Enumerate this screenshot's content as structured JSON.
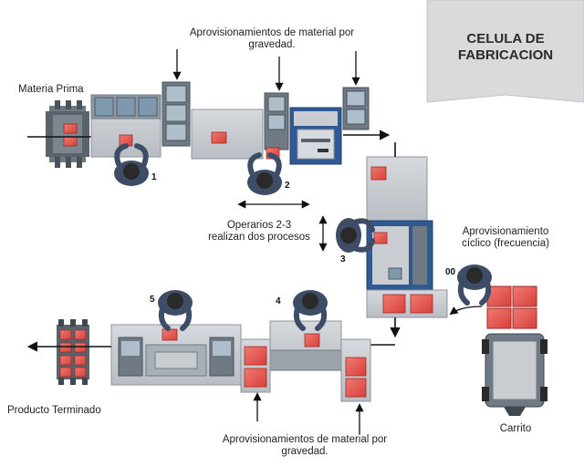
{
  "title": {
    "line1": "CELULA DE",
    "line2": "FABRICACION"
  },
  "labels": {
    "raw_material": "Materia Prima",
    "gravity_top_line1": "Aprovisionamientos de material por",
    "gravity_top_line2": "gravedad.",
    "operators_line1": "Operarios 2-3",
    "operators_line2": "realizan dos procesos",
    "cyclic_line1": "Aprovisionamiento",
    "cyclic_line2": "cíclico (frecuencia)",
    "finished_product": "Producto Terminado",
    "gravity_bottom_line1": "Aprovisionamientos de material por",
    "gravity_bottom_line2": "gravedad.",
    "cart": "Carrito"
  },
  "operator_numbers": {
    "op1": "1",
    "op2": "2",
    "op3": "3",
    "op4": "4",
    "op5": "5",
    "op00": "00"
  },
  "colors": {
    "part_red": "#e8564f",
    "part_red_dark": "#b8322c",
    "machine_gray": "#c9cdd2",
    "machine_dark": "#6f7a85",
    "machine_blue": "#2f5a93",
    "screen_teal": "#7e98ad",
    "operator_shirt": "#3d4d66",
    "operator_hair": "#2a2a2a",
    "title_bg": "#d9dadb",
    "arrow": "#111111"
  }
}
